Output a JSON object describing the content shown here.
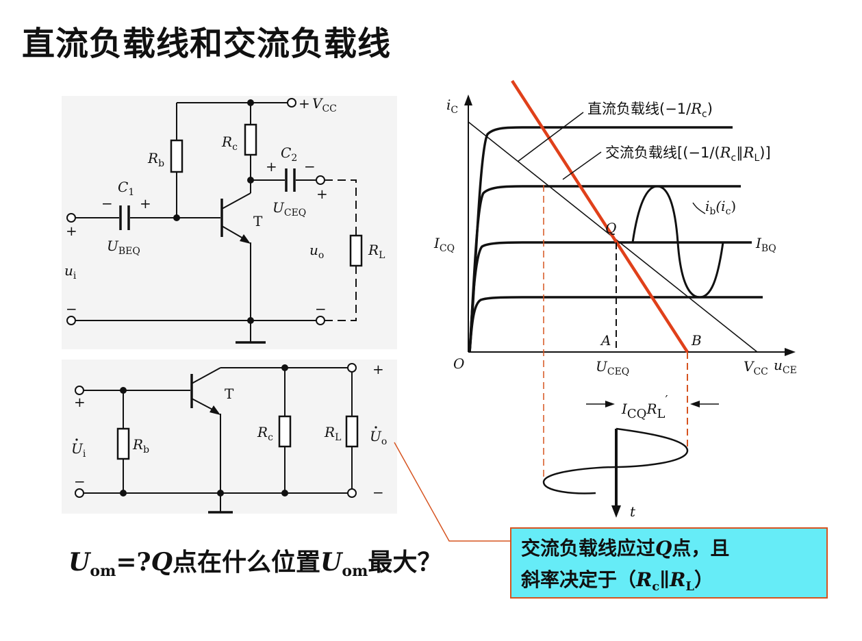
{
  "title": "直流负载线和交流负载线",
  "question": {
    "u": "U",
    "om_sub": "om",
    "mid": "=?",
    "q": "Q",
    "text": "点在什么位置",
    "u2": "U",
    "om_sub2": "om",
    "end": "最大？"
  },
  "note": {
    "line1_a": "交流负载线应过",
    "line1_q": "Q",
    "line1_b": "点，且",
    "line2_a": "斜率决定于（",
    "rc": "R",
    "rc_sub": "c",
    "sep": "∥",
    "rl": "R",
    "rl_sub": "L",
    "line2_end": "）"
  },
  "circuit1": {
    "vcc_plus": "+",
    "vcc_v": "V",
    "vcc_sub": "CC",
    "rb": "R",
    "rb_sub": "b",
    "rc": "R",
    "rc_sub": "c",
    "c1": "C",
    "c1_sub": "1",
    "c2": "C",
    "c2_sub": "2",
    "minus": "−",
    "plus": "+",
    "ubeq": "U",
    "ubeq_sub": "BEQ",
    "uceq": "U",
    "uceq_sub": "CEQ",
    "t": "T",
    "ui": "u",
    "ui_sub": "i",
    "uo": "u",
    "uo_sub": "o",
    "rl": "R",
    "rl_sub": "L"
  },
  "circuit2": {
    "t": "T",
    "rb": "R",
    "rb_sub": "b",
    "rc": "R",
    "rc_sub": "c",
    "rl": "R",
    "rl_sub": "L",
    "ui": "U",
    "ui_sub": "i",
    "uo": "U",
    "uo_sub": "o",
    "plus": "+",
    "minus": "−"
  },
  "graph": {
    "ic": "i",
    "ic_sub": "C",
    "dc_line_label": "直流负载线(−1/",
    "dc_r": "R",
    "dc_r_sub": "c",
    "dc_close": ")",
    "ac_line_label": "交流负载线[(−1/(",
    "ac_r1": "R",
    "ac_r1_sub": "c",
    "ac_sep": "∥",
    "ac_r2": "R",
    "ac_r2_sub": "L",
    "ac_close": ")]",
    "ib": "i",
    "ib_sub": "b",
    "ic_paren": "(i",
    "ic_paren_sub": "c",
    "ic_paren_close": ")",
    "icq": "I",
    "icq_sub": "CQ",
    "ibq": "I",
    "ibq_sub": "BQ",
    "q": "Q",
    "a": "A",
    "b": "B",
    "o": "O",
    "uceq": "U",
    "uceq_sub": "CEQ",
    "vcc": "V",
    "vcc_sub": "CC",
    "uce": "u",
    "uce_sub": "CE",
    "swing": "I",
    "swing_sub": "CQ",
    "swing_r": "R",
    "swing_r_sub": "L",
    "swing_prime": "′",
    "t": "t"
  },
  "colors": {
    "ac_load_line": "#e0401a",
    "note_bg": "#66ecf7",
    "note_border": "#d6531f",
    "projection": "#d6531f"
  }
}
